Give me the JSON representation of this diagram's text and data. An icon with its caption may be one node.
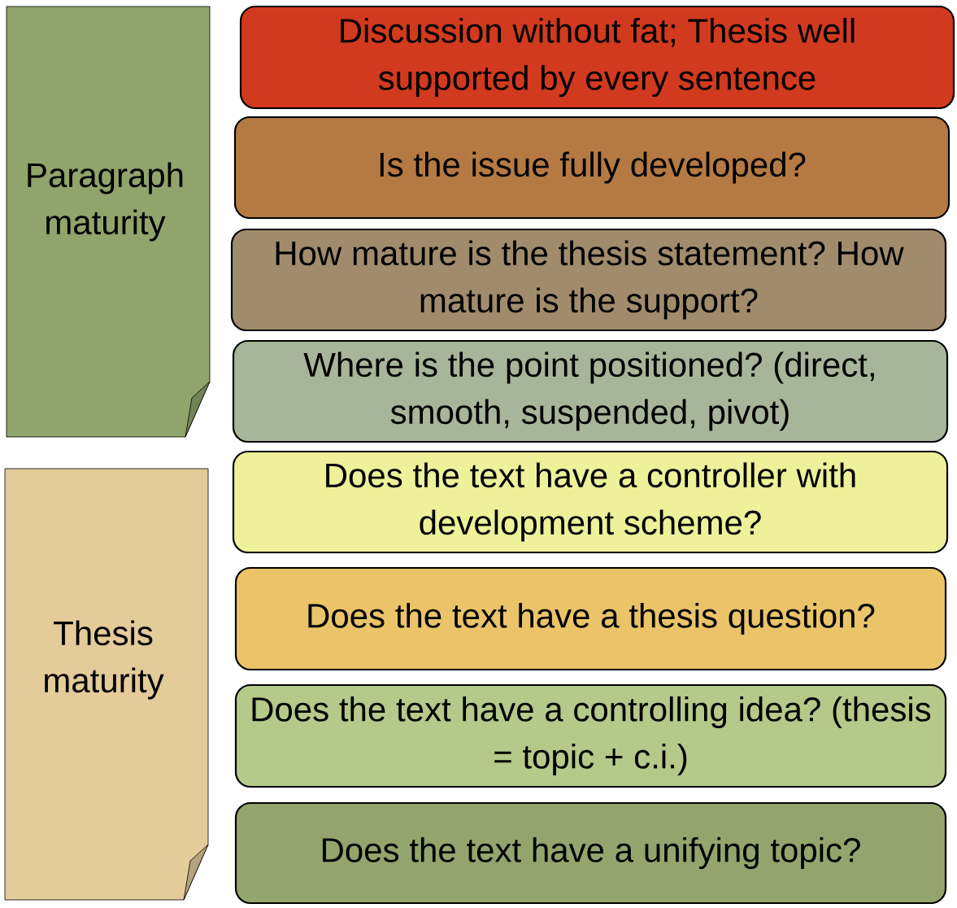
{
  "diagram": {
    "nodes": [
      {
        "text": [
          "Paragraph maturity"
        ]
      },
      {
        "text": [
          "Thesis maturity"
        ]
      },
      {
        "text": [
          "Discussion without fat; Thesis well supported by every sentence"
        ]
      },
      {
        "text": [
          "Is the issue fully developed?"
        ]
      },
      {
        "text": [
          "How mature is the thesis statement? How mature is the support?"
        ]
      },
      {
        "text": [
          "Where is the point positioned? (direct, smooth, suspended, pivot)"
        ]
      },
      {
        "text": [
          "Does the text have a controller with development scheme?"
        ]
      },
      {
        "text": [
          "Does the text have a thesis question?"
        ]
      },
      {
        "text": [
          "Does the text have a controlling idea? (thesis = topic + c.i.)"
        ]
      },
      {
        "text": [
          "Does the text have a unifying topic?"
        ]
      }
    ]
  }
}
